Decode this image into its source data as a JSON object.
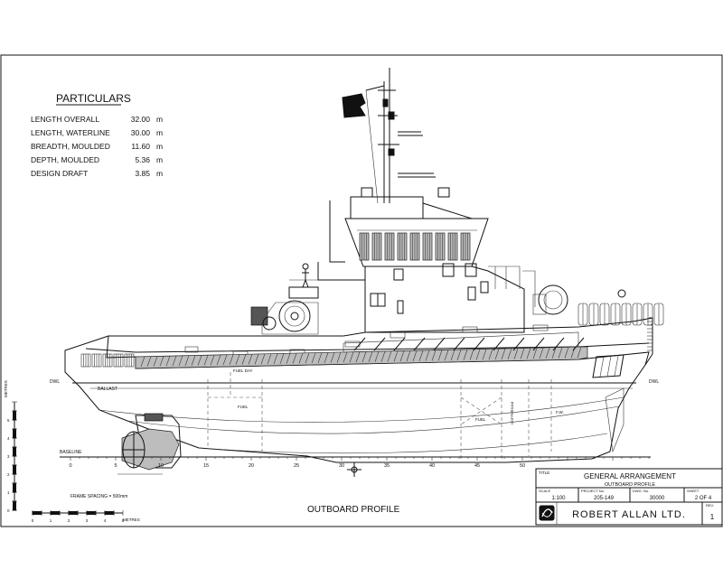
{
  "particulars": {
    "title": "PARTICULARS",
    "rows": [
      {
        "label": "LENGTH OVERALL",
        "value": "32.00",
        "unit": "m"
      },
      {
        "label": "LENGTH, WATERLINE",
        "value": "30.00",
        "unit": "m"
      },
      {
        "label": "BREADTH, MOULDED",
        "value": "11.60",
        "unit": "m"
      },
      {
        "label": "DEPTH, MOULDED",
        "value": "5.36",
        "unit": "m"
      },
      {
        "label": "DESIGN DRAFT",
        "value": "3.85",
        "unit": "m"
      }
    ]
  },
  "drawing": {
    "view_title": "OUTBOARD PROFILE",
    "frame_spacing": "FRAME SPACING = 500mm",
    "baseline_label": "BASELINE",
    "dwl_label": "DWL",
    "ballast_label": "BALLAST",
    "fuel_label": "FUEL",
    "fuel_day_label": "FUEL DAY",
    "fw_label": "F.W.",
    "cofferdam_label": "COFFERDAM",
    "frame_numbers": [
      "0",
      "5",
      "10",
      "15",
      "20",
      "25",
      "30",
      "35",
      "40",
      "45",
      "50"
    ]
  },
  "scale_bar": {
    "vertical_label": "METRES",
    "horizontal_label": "METRES",
    "ticks": [
      "0",
      "1",
      "2",
      "3",
      "4",
      "5"
    ]
  },
  "title_block": {
    "title_caption": "TITLE",
    "title": "GENERAL ARRANGEMENT",
    "subtitle": "OUTBOARD PROFILE",
    "scale_caption": "SCALE",
    "scale": "1:100",
    "project_caption": "PROJECT No.",
    "project": "205-149",
    "dwg_caption": "DWG. No.",
    "dwg": "30000",
    "sheet_caption": "SHEET",
    "sheet": "2 OF 4",
    "rev_caption": "REV.",
    "rev": "1",
    "company": "ROBERT ALLAN LTD."
  }
}
